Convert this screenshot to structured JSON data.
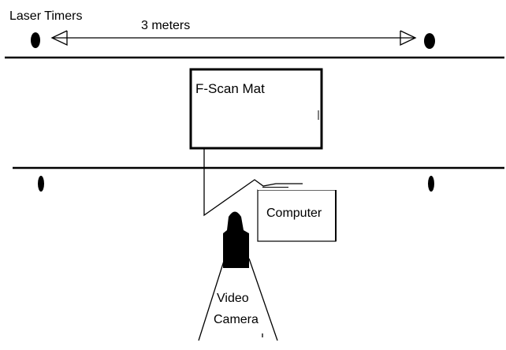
{
  "labels": {
    "laser_timers": "Laser Timers",
    "distance": "3 meters",
    "mat": "F-Scan Mat",
    "computer": "Computer",
    "camera_line1": "Video",
    "camera_line2": "Camera"
  },
  "colors": {
    "ink": "#000000",
    "background": "#ffffff"
  }
}
